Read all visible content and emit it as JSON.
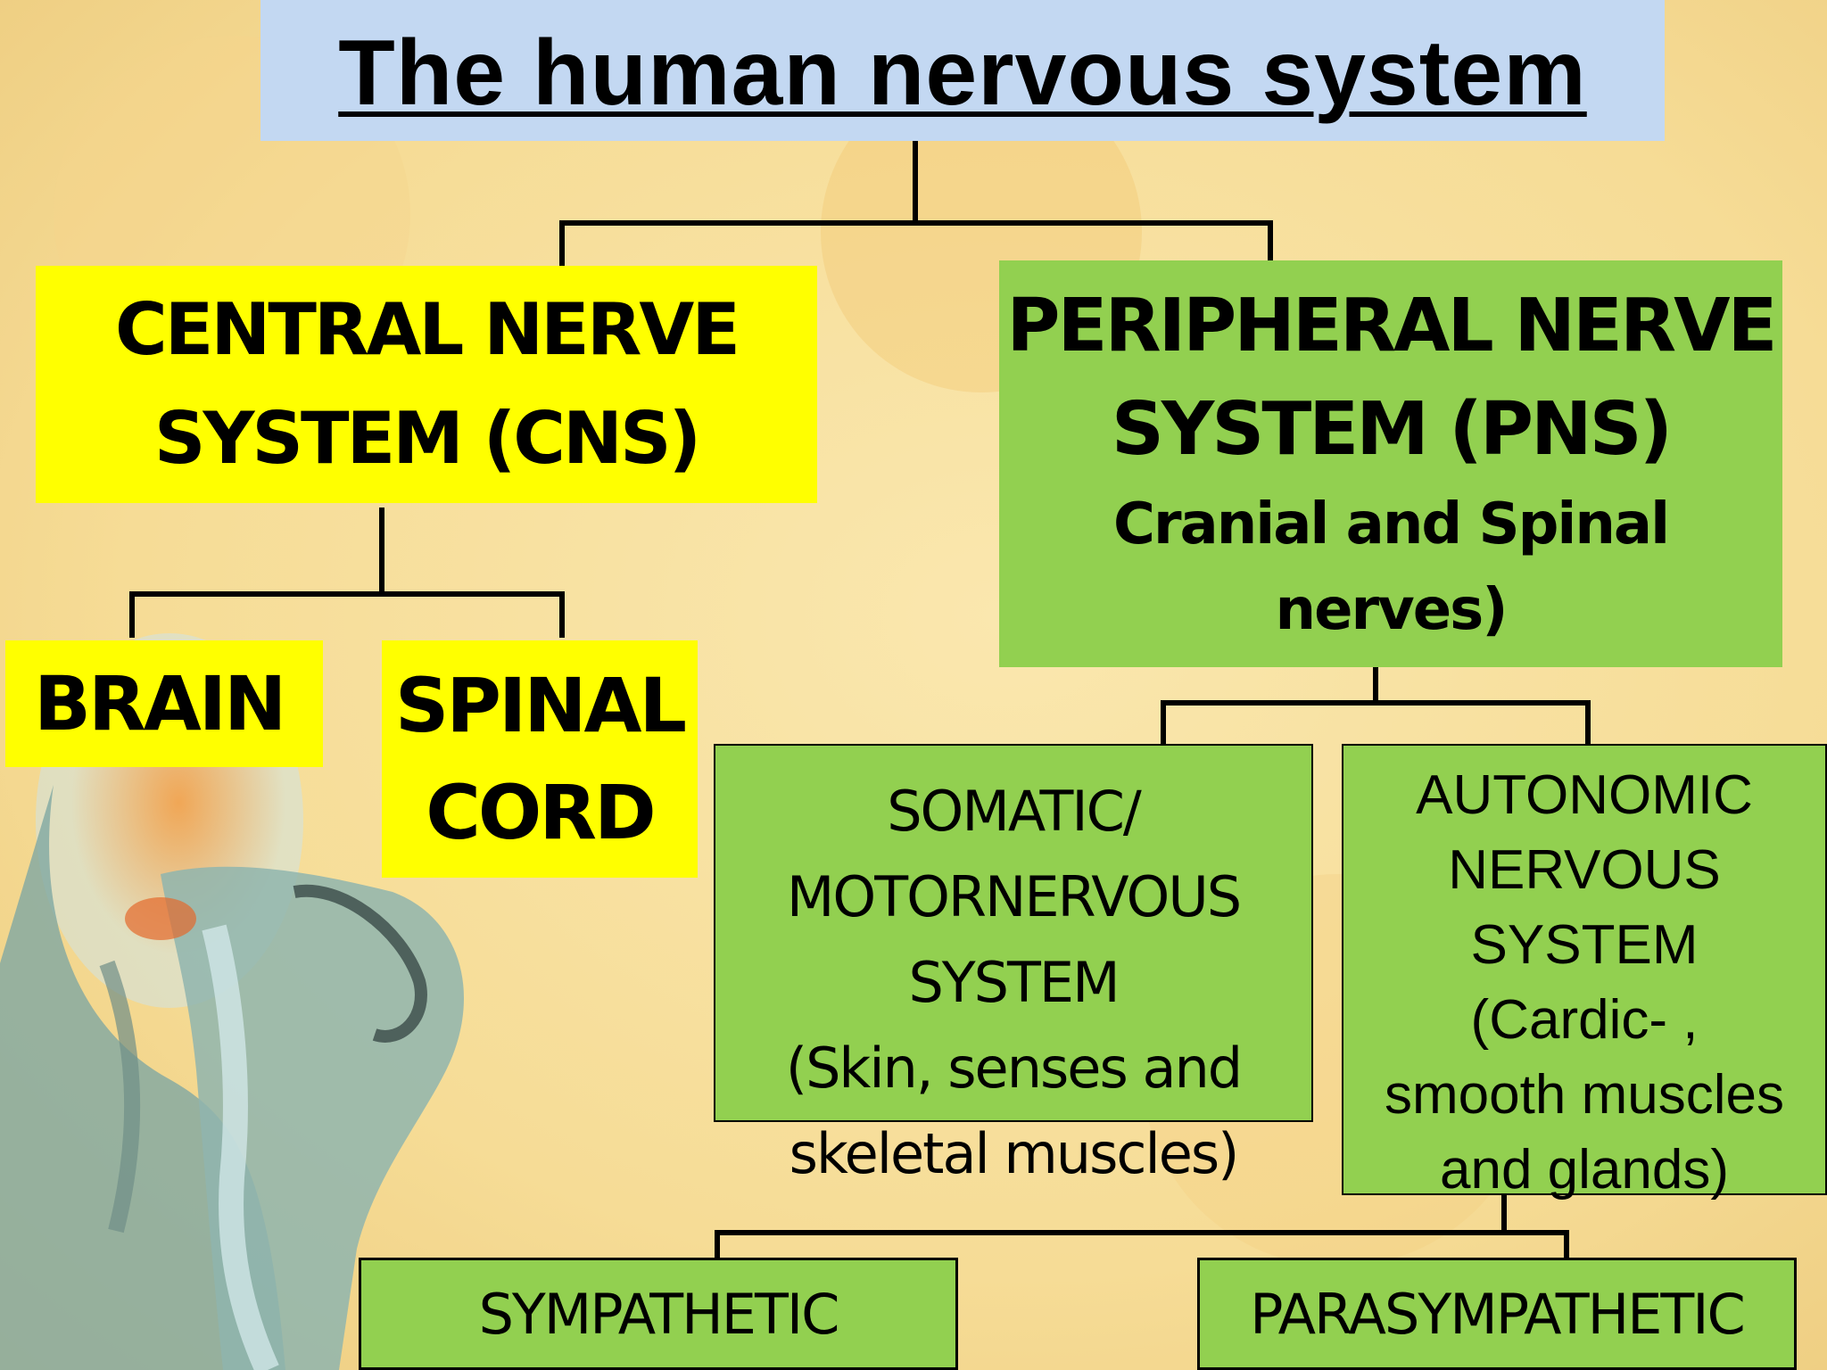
{
  "title": "The human nervous system",
  "cns": {
    "line1": "CENTRAL NERVE",
    "line2": "SYSTEM (CNS)"
  },
  "pns": {
    "line1": "PERIPHERAL NERVE",
    "line2": "SYSTEM (PNS)",
    "line3": "Cranial and Spinal",
    "line4": "nerves)"
  },
  "brain": "BRAIN",
  "spinal_cord": {
    "line1": "SPINAL",
    "line2": "CORD"
  },
  "somatic": {
    "line1": "SOMATIC/",
    "line2": "MOTORNERVOUS",
    "line3": "SYSTEM",
    "line4": "(Skin, senses and",
    "line5": "skeletal muscles)"
  },
  "autonomic": {
    "line1": "AUTONOMIC",
    "line2": "NERVOUS",
    "line3": "SYSTEM",
    "line4": "(Cardic- ,",
    "line5": "smooth muscles",
    "line6": "and glands)"
  },
  "sympathetic": "SYMPATHETIC",
  "parasympathetic": "PARASYMPATHETIC",
  "colors": {
    "background": "#f5dd98",
    "title_bg": "#c3d8f2",
    "cns_yellow": "#ffff00",
    "pns_green": "#92d050",
    "connector": "#000000"
  }
}
